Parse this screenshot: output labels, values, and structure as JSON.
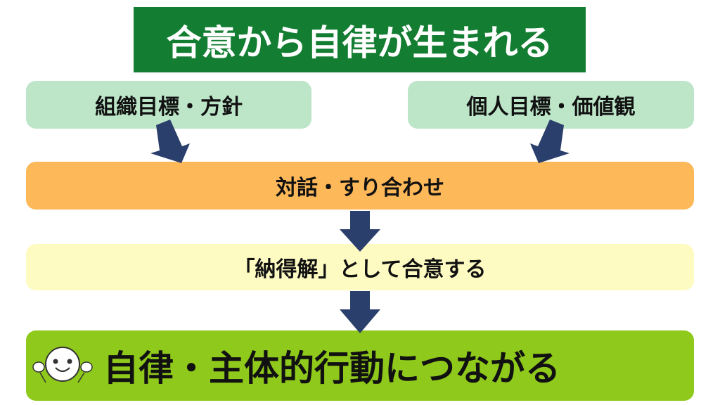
{
  "title": "合意から自律が生まれる",
  "inputs": {
    "organization": "組織目標・方針",
    "individual": "個人目標・価値観"
  },
  "dialogue": "対話・すり合わせ",
  "agreement": "「納得解」として合意する",
  "outcome": "自律・主体的行動につながる",
  "colors": {
    "title_bg": "#137d32",
    "input_bg": "#bde6c9",
    "dialogue_bg": "#fdb85a",
    "agreement_bg": "#fdfbc2",
    "outcome_bg": "#8fc91b",
    "arrow": "#2a3f6b"
  }
}
